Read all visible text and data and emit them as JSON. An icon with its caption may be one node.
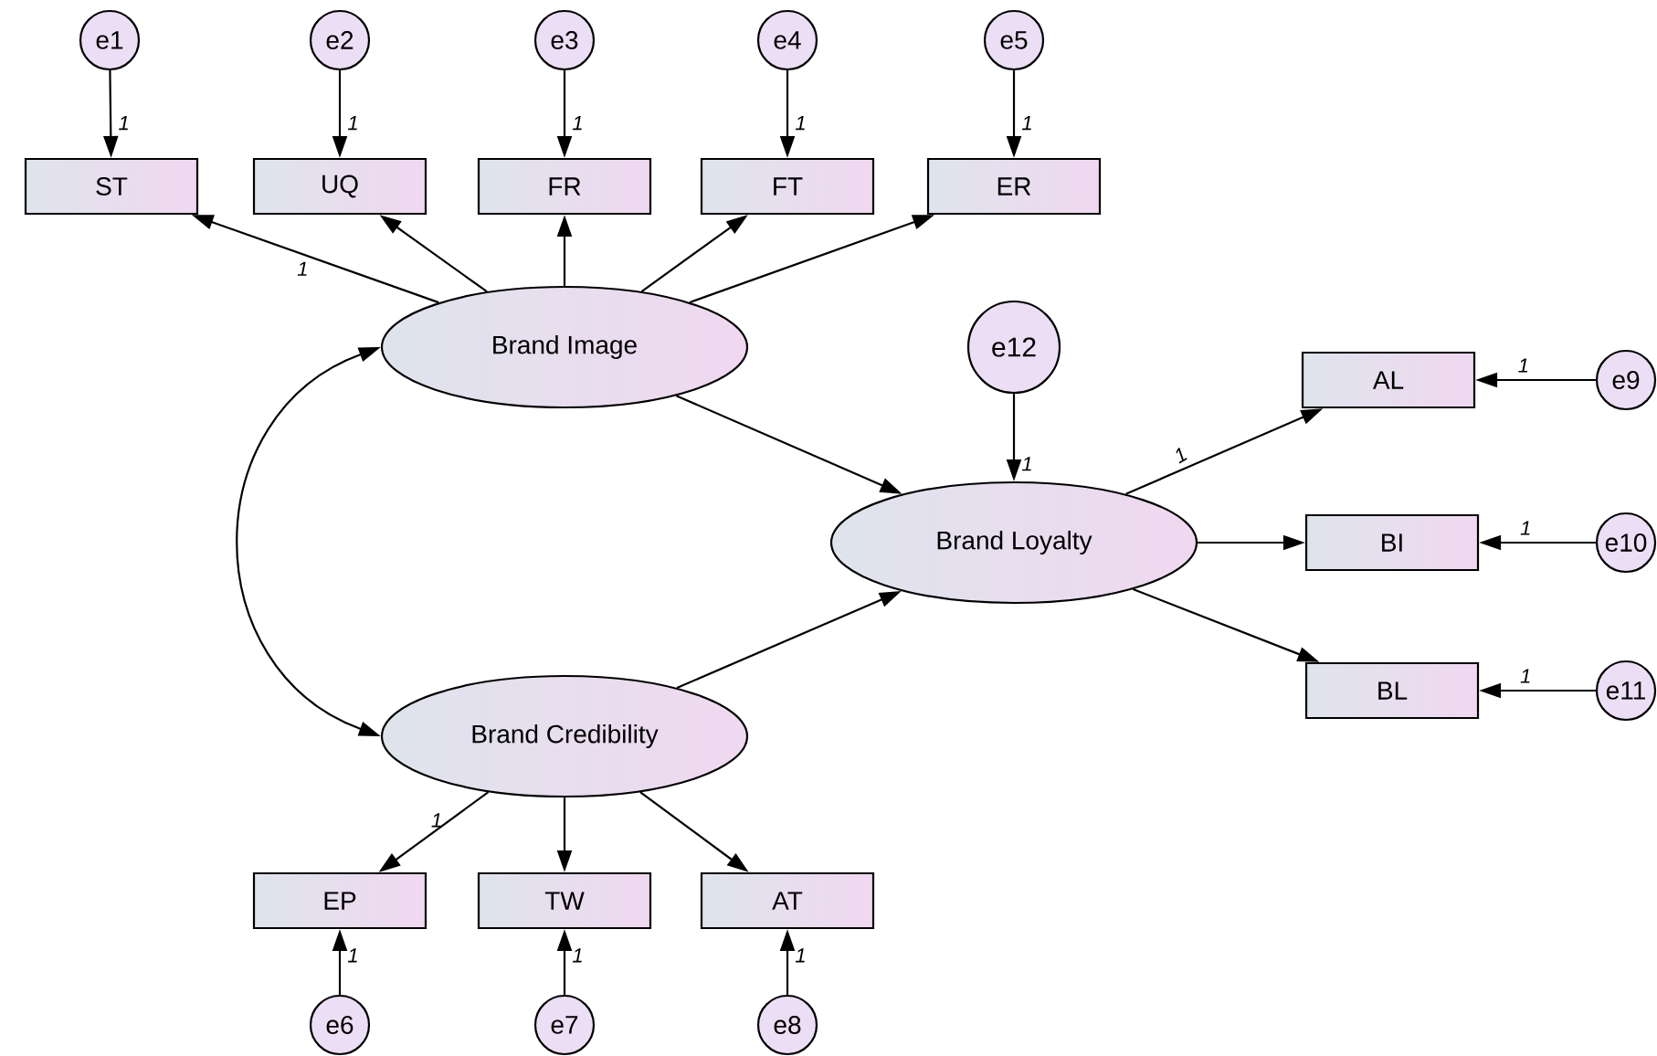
{
  "diagram": {
    "nodes": [
      {
        "text": [
          "e1"
        ]
      },
      {
        "text": [
          "e2"
        ]
      },
      {
        "text": [
          "e3"
        ]
      },
      {
        "text": [
          "e4"
        ]
      },
      {
        "text": [
          "e5"
        ]
      },
      {
        "text": [
          "ST"
        ]
      },
      {
        "text": [
          "UQ"
        ]
      },
      {
        "text": [
          "FR"
        ]
      },
      {
        "text": [
          "FT"
        ]
      },
      {
        "text": [
          "ER"
        ]
      },
      {
        "text": [
          "Brand Image"
        ]
      },
      {
        "text": [
          "e12"
        ]
      },
      {
        "text": [
          "AL"
        ]
      },
      {
        "text": [
          "e9"
        ]
      },
      {
        "text": [
          "Brand Loyalty"
        ]
      },
      {
        "text": [
          "BI"
        ]
      },
      {
        "text": [
          "e10"
        ]
      },
      {
        "text": [
          "BL"
        ]
      },
      {
        "text": [
          "e11"
        ]
      },
      {
        "text": [
          "Brand Credibility"
        ]
      },
      {
        "text": [
          "EP"
        ]
      },
      {
        "text": [
          "TW"
        ]
      },
      {
        "text": [
          "AT"
        ]
      },
      {
        "text": [
          "e6"
        ]
      },
      {
        "text": [
          "e7"
        ]
      },
      {
        "text": [
          "e8"
        ]
      }
    ],
    "edges": [
      {
        "from": 0,
        "to": 5,
        "arrow": "to",
        "label": "1"
      },
      {
        "from": 1,
        "to": 6,
        "arrow": "to",
        "label": "1"
      },
      {
        "from": 2,
        "to": 7,
        "arrow": "to",
        "label": "1"
      },
      {
        "from": 3,
        "to": 8,
        "arrow": "to",
        "label": "1"
      },
      {
        "from": 4,
        "to": 9,
        "arrow": "to",
        "label": "1"
      },
      {
        "from": 10,
        "to": 5,
        "arrow": "to",
        "label": "1"
      },
      {
        "from": 10,
        "to": 6,
        "arrow": "to"
      },
      {
        "from": 10,
        "to": 7,
        "arrow": "to"
      },
      {
        "from": 10,
        "to": 8,
        "arrow": "to"
      },
      {
        "from": 10,
        "to": 9,
        "arrow": "to"
      },
      {
        "from": 10,
        "to": 19,
        "arrow": "both"
      },
      {
        "from": 10,
        "to": 14,
        "arrow": "to"
      },
      {
        "from": 19,
        "to": 14,
        "arrow": "to"
      },
      {
        "from": 11,
        "to": 14,
        "arrow": "to",
        "label": "1"
      },
      {
        "from": 14,
        "to": 12,
        "arrow": "to",
        "label": "1"
      },
      {
        "from": 14,
        "to": 15,
        "arrow": "to"
      },
      {
        "from": 14,
        "to": 17,
        "arrow": "to"
      },
      {
        "from": 13,
        "to": 12,
        "arrow": "to",
        "label": "1"
      },
      {
        "from": 16,
        "to": 15,
        "arrow": "to",
        "label": "1"
      },
      {
        "from": 18,
        "to": 17,
        "arrow": "to",
        "label": "1"
      },
      {
        "from": 19,
        "to": 20,
        "arrow": "to",
        "label": "1"
      },
      {
        "from": 19,
        "to": 21,
        "arrow": "to"
      },
      {
        "from": 19,
        "to": 22,
        "arrow": "to"
      },
      {
        "from": 23,
        "to": 20,
        "arrow": "to",
        "label": "1"
      },
      {
        "from": 24,
        "to": 21,
        "arrow": "to",
        "label": "1"
      },
      {
        "from": 25,
        "to": 22,
        "arrow": "to",
        "label": "1"
      }
    ]
  }
}
